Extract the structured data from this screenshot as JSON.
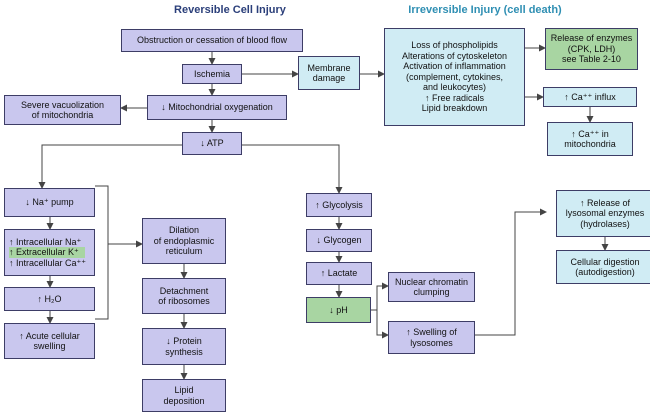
{
  "headers": {
    "reversible": "Reversible Cell Injury",
    "irreversible": "Irreversible Injury (cell death)"
  },
  "boxes": {
    "obstruction": [
      "Obstruction or cessation of blood flow"
    ],
    "ischemia": [
      "Ischemia"
    ],
    "membrane_damage": [
      "Membrane",
      "damage"
    ],
    "irreversible_changes": [
      "Loss of phospholipids",
      "Alterations of cytoskeleton",
      "Activation of inflammation",
      "(complement, cytokines,",
      "and leukocytes)",
      "↑ Free radicals",
      "Lipid breakdown"
    ],
    "release_enzymes": [
      "Release of enzymes",
      "(CPK, LDH)",
      "see Table 2-10"
    ],
    "ca_influx": [
      "↑ Ca⁺⁺ influx"
    ],
    "ca_mito": [
      "↑ Ca⁺⁺ in",
      "mitochondria"
    ],
    "vacuolization": [
      "Severe vacuolization",
      "of mitochondria"
    ],
    "mito_oxygenation": [
      "↓ Mitochondrial oxygenation"
    ],
    "atp": [
      "↓ ATP"
    ],
    "na_pump": [
      "↓ Na⁺ pump"
    ],
    "intracellular_list": [
      "↑ Intracellular Na⁺",
      "↑ Extracellular K⁺",
      "↑ Intracellular Ca⁺⁺"
    ],
    "h2o": [
      "↑ H₂O"
    ],
    "acute_swelling": [
      "↑ Acute cellular",
      "swelling"
    ],
    "er_dilation": [
      "Dilation",
      "of endoplasmic",
      "reticulum"
    ],
    "ribosome_detachment": [
      "Detachment",
      "of ribosomes"
    ],
    "protein_synthesis": [
      "↓ Protein",
      "synthesis"
    ],
    "lipid_deposition": [
      "Lipid",
      "deposition"
    ],
    "glycolysis": [
      "↑ Glycolysis"
    ],
    "glycogen": [
      "↓ Glycogen"
    ],
    "lactate": [
      "↑ Lactate"
    ],
    "ph": [
      "↓ pH"
    ],
    "chromatin_clumping": [
      "Nuclear chromatin",
      "clumping"
    ],
    "lysosome_swelling": [
      "↑ Swelling of",
      "lysosomes"
    ],
    "lysosomal_enzymes": [
      "↑ Release of",
      "lysosomal enzymes",
      "(hydrolases)"
    ],
    "cellular_digestion": [
      "Cellular digestion",
      "(autodigestion)"
    ]
  },
  "colors": {
    "box_fill": "#c9c7ee",
    "irreversible_fill": "#d0ecf4",
    "highlight_fill": "#a8d5a2",
    "line": "#444444",
    "reversible_header": "#2b3f7a",
    "irreversible_header": "#2f8fb3"
  }
}
